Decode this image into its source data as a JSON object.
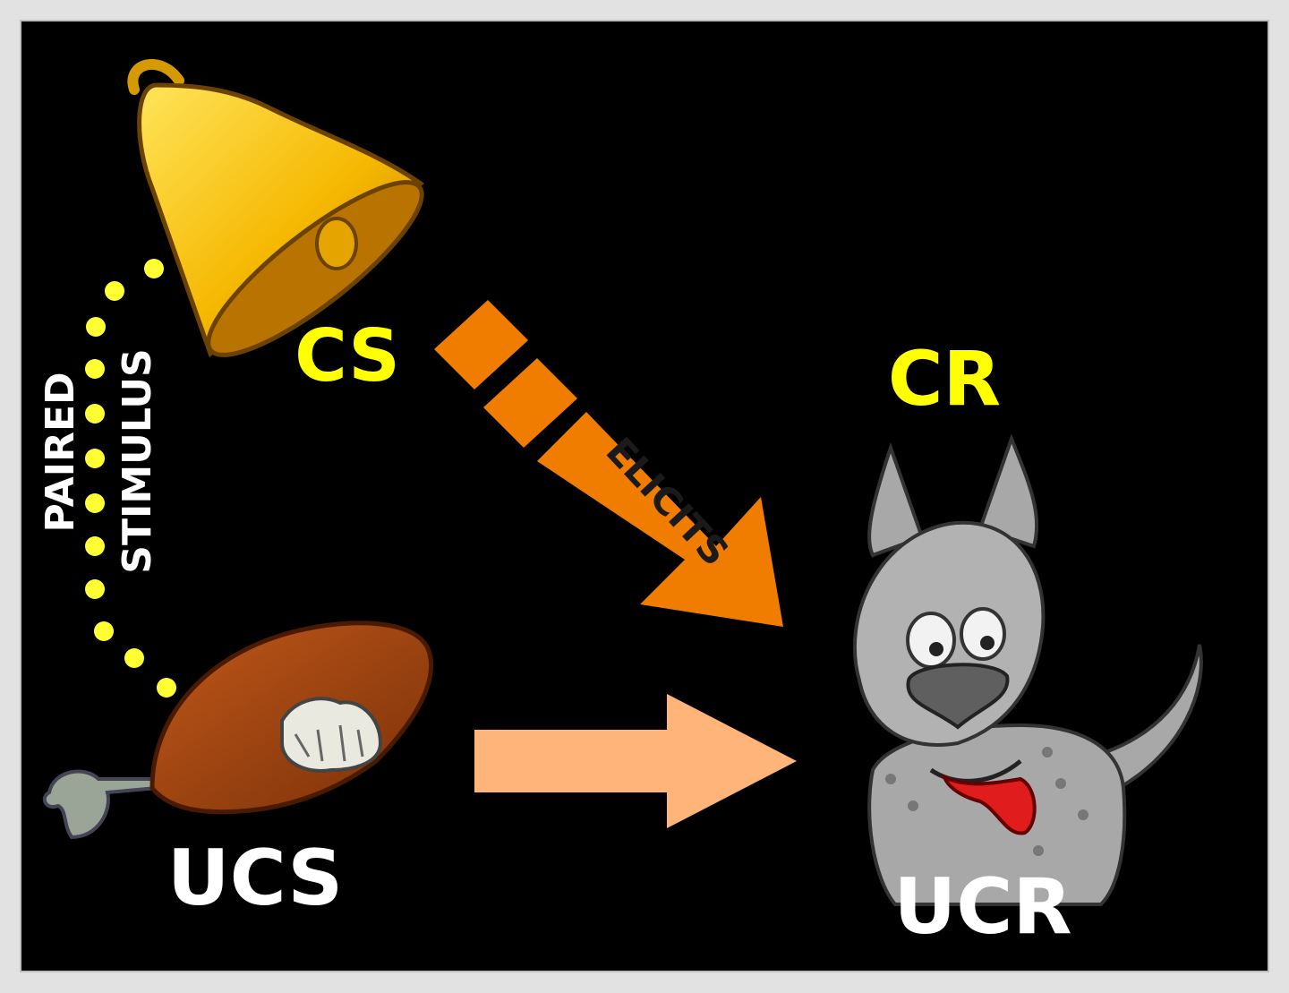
{
  "labels": {
    "cs": "CS",
    "cr": "CR",
    "ucs": "UCS",
    "ucr": "UCR",
    "elicits": "ELICITS",
    "paired": "PAIRED",
    "stimulus": "STIMULUS"
  },
  "colors": {
    "background": "#000000",
    "frame": "#e2e2e2",
    "cs_cr_label": "#ffff00",
    "ucs_ucr_label": "#ffffff",
    "elicits_arrow": "#f07d00",
    "ucs_arrow": "#ffb47a",
    "dots": "#ffff33",
    "bell": "#f5b800",
    "meat": "#a64a12",
    "dog": "#a8a8a8",
    "tongue": "#e01c1c"
  },
  "icons": {
    "bell": "bell-icon",
    "meat": "meat-bone-icon",
    "dog": "dog-icon"
  }
}
